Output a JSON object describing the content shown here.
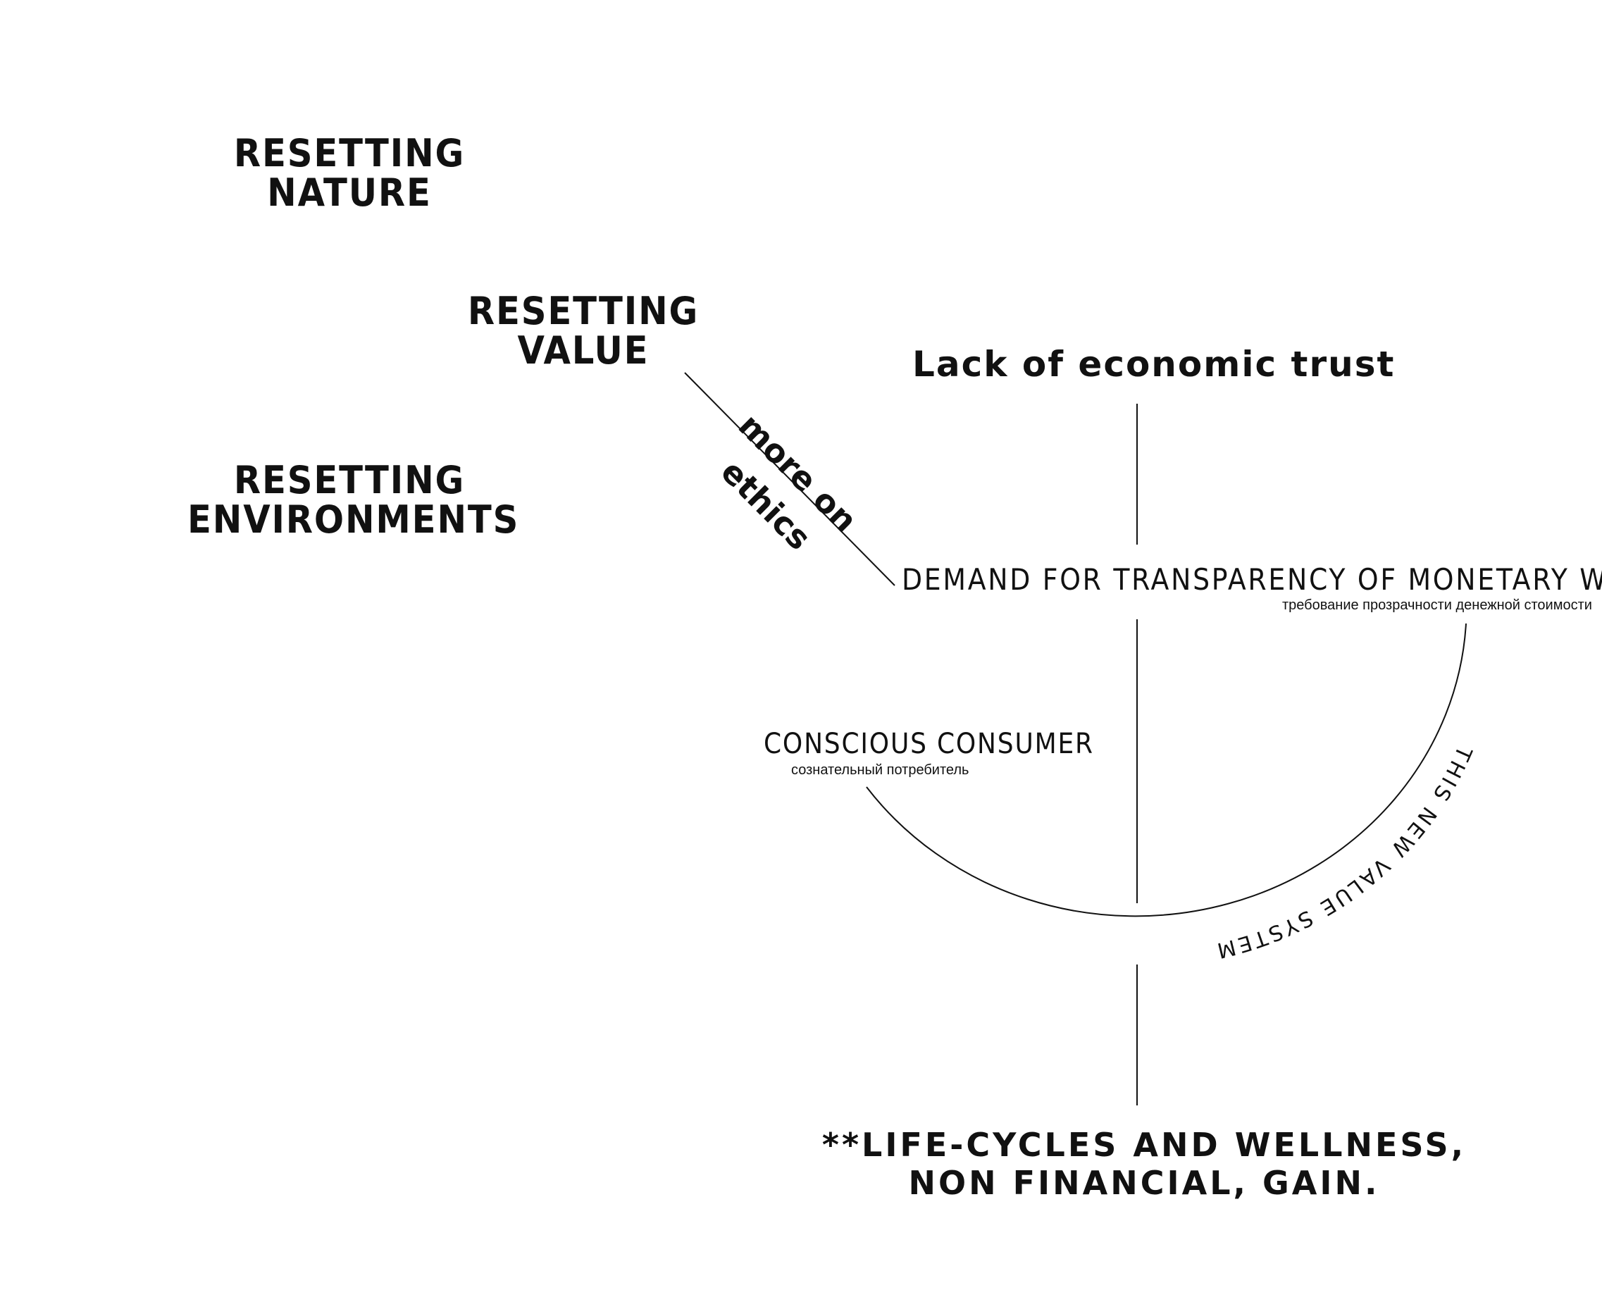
{
  "labels": {
    "resetting_nature": [
      "RESETTING",
      "NATURE"
    ],
    "resetting_value": [
      "RESETTING",
      "VALUE"
    ],
    "resetting_environments": [
      "RESETTING",
      "ENVIRONMENTS"
    ],
    "more_on_ethics": [
      "more on",
      "ethics"
    ],
    "lack_of_trust": "Lack of economic trust",
    "demand": "DEMAND FOR TRANSPARENCY OF MONETARY WORTH",
    "demand_ru": "требование прозрачности денежной стоимости",
    "conscious_consumer": "CONSCIOUS CONSUMER",
    "conscious_consumer_ru": "сознательный потребитель",
    "arc_label": "THIS NEW VALUE SYSTEM",
    "life_cycles": [
      "**LIFE-CYCLES AND WELLNESS,",
      "NON FINANCIAL, GAIN."
    ]
  },
  "colors": {
    "ink": "#111111",
    "background": "#ffffff"
  }
}
